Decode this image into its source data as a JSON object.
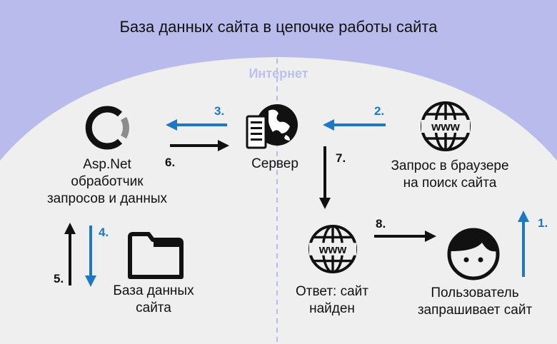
{
  "title": "База данных сайта в цепочке работы сайта",
  "zone_label": "Интернет",
  "colors": {
    "sky": "#b9bbed",
    "arrow_blue": "#1f78c1",
    "arrow_black": "#111111",
    "divider": "#b9bbed"
  },
  "nodes": {
    "aspnet": {
      "lines": [
        "Asp.Net",
        "обработчик",
        "запросов и данных"
      ],
      "icon": "aspnet-logo-icon"
    },
    "server": {
      "lines": [
        "Сервер"
      ],
      "icon": "server-globe-icon"
    },
    "browser": {
      "lines": [
        "Запрос в браузере",
        "на поиск сайта"
      ],
      "icon": "www-globe-icon"
    },
    "database": {
      "lines": [
        "База данных",
        "сайта"
      ],
      "icon": "folder-icon"
    },
    "answer": {
      "lines": [
        "Ответ: сайт",
        "найден"
      ],
      "icon": "www-globe-icon"
    },
    "user": {
      "lines": [
        "Пользователь",
        "запрашивает сайт"
      ],
      "icon": "user-face-icon"
    }
  },
  "steps": [
    {
      "label": "1.",
      "color": "blue"
    },
    {
      "label": "2.",
      "color": "blue"
    },
    {
      "label": "3.",
      "color": "blue"
    },
    {
      "label": "4.",
      "color": "blue"
    },
    {
      "label": "5.",
      "color": "black"
    },
    {
      "label": "6.",
      "color": "black"
    },
    {
      "label": "7.",
      "color": "black"
    },
    {
      "label": "8.",
      "color": "black"
    }
  ]
}
